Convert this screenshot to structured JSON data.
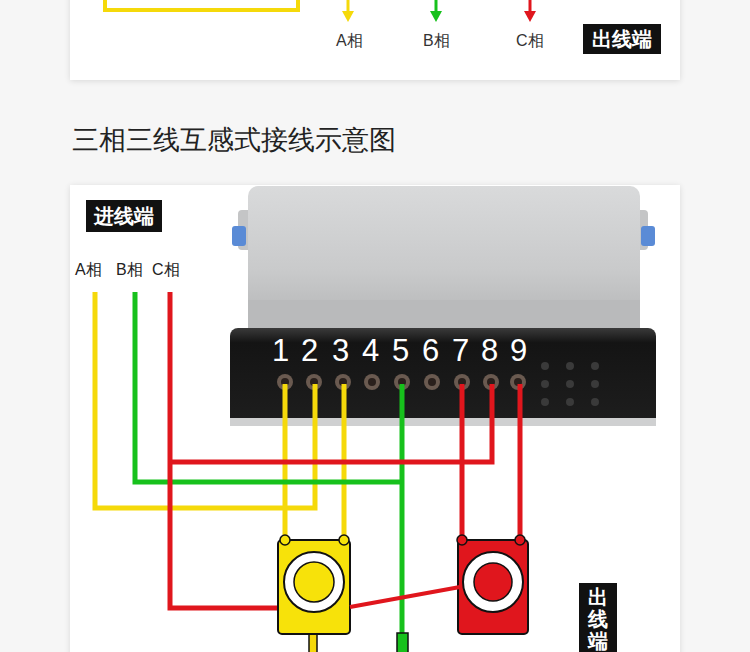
{
  "diagram": {
    "title": "三相三线互感式接线示意图",
    "nodes": [
      {
        "text": [
          "出线端"
        ]
      },
      {
        "text": [
          "进线端"
        ]
      },
      {
        "text": [
          "出线端"
        ]
      }
    ],
    "labels": [
      "A相",
      "B相",
      "C相",
      "A相",
      "B相",
      "C相",
      "1",
      "2",
      "3",
      "4",
      "5",
      "6",
      "7",
      "8",
      "9"
    ]
  }
}
